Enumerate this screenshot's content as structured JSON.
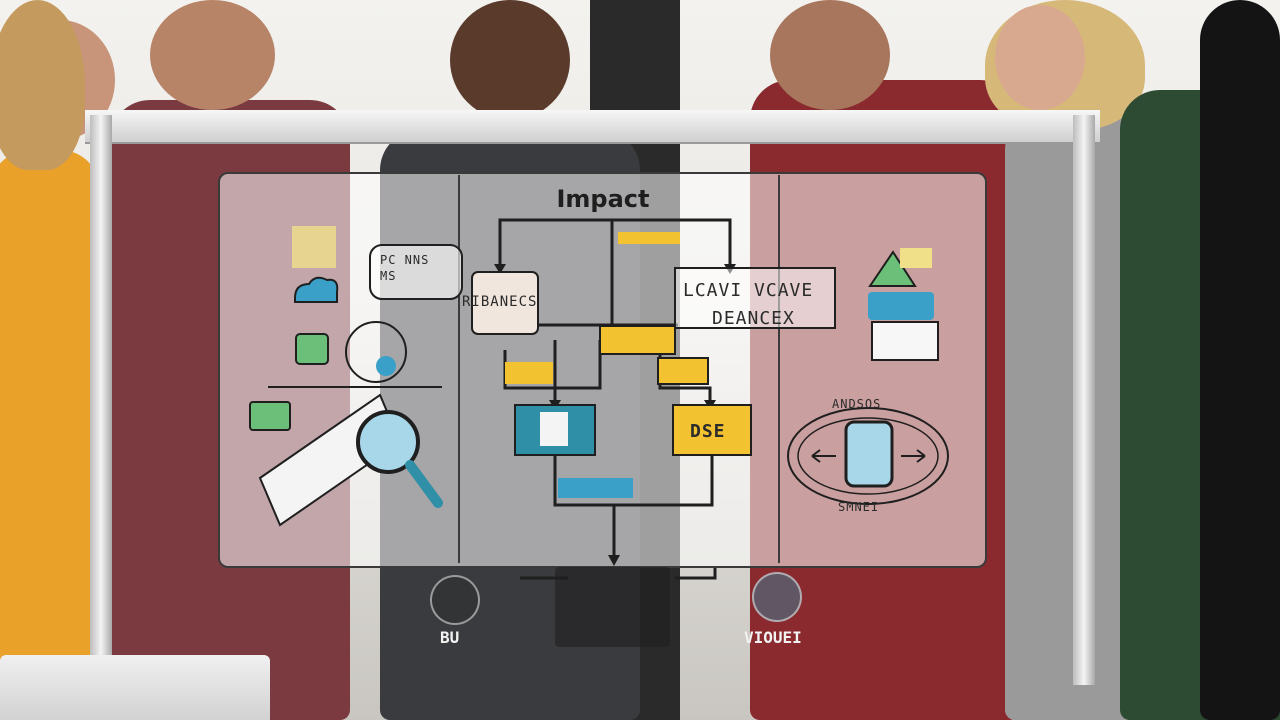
{
  "board": {
    "title": "Impact",
    "note_top_left": "PC NNS\nMS",
    "note_left_box": "RIBANECS",
    "note_right_top_line1": "LCAVI VCAVE",
    "note_right_top_line2": "DEANCEX",
    "note_right_circle_top": "ANDSOS",
    "note_right_circle_bottom": "SMNEI",
    "note_yellow_box": "DSE",
    "note_blue_box": ""
  },
  "tray": {
    "left_label": "BU",
    "right_label": "VIOUEI"
  },
  "colors": {
    "accent_yellow": "#f2c230",
    "accent_blue": "#3aa0c8",
    "accent_teal": "#2f8fa6",
    "accent_green": "#6bbf78",
    "shirt_orange": "#e9a12a",
    "shirt_red": "#8a2a2e"
  },
  "icons": [
    "magnifier-icon",
    "cloud-icon",
    "document-icon",
    "tablet-icon",
    "globe-icon",
    "badge-icon"
  ]
}
